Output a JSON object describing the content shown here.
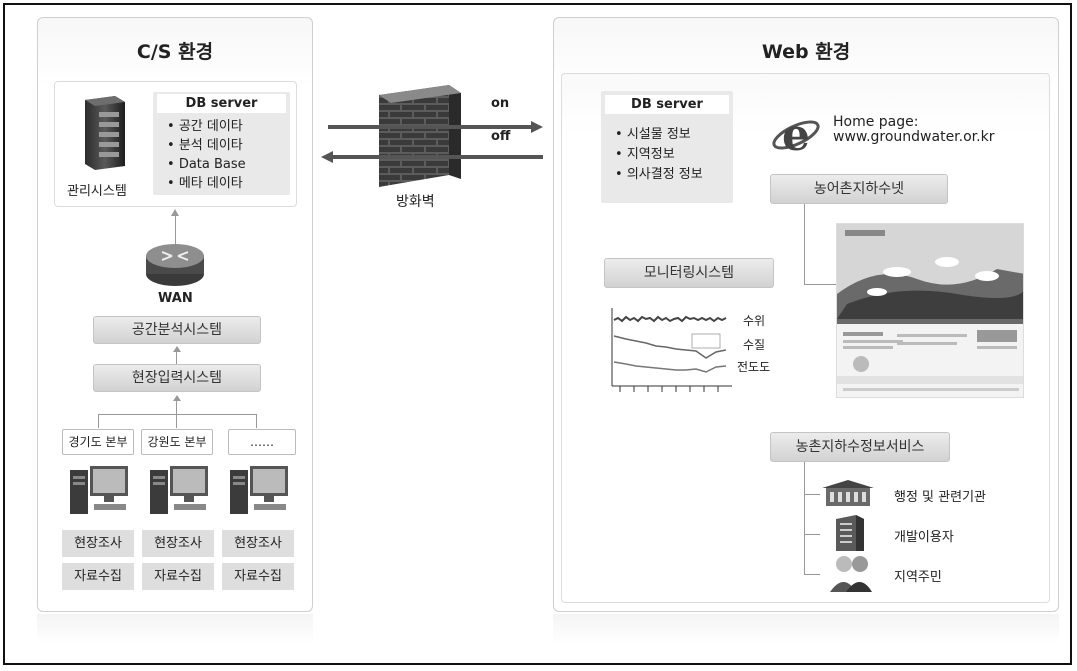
{
  "left_panel": {
    "title": "C/S 환경",
    "db_server": {
      "title": "DB server",
      "items": [
        "공간 데이타",
        "분석 데이타",
        "Data Base",
        "메타 데이타"
      ],
      "caption": "관리시스템"
    },
    "wan_label": "WAN",
    "bars": [
      "공간분석시스템",
      "현장입력시스템"
    ],
    "branches": [
      "경기도 본부",
      "강원도 본부",
      "……"
    ],
    "rows": [
      [
        "현장조사",
        "현장조사",
        "현장조사"
      ],
      [
        "자료수집",
        "자료수집",
        "자료수집"
      ]
    ]
  },
  "firewall": {
    "label": "방화벽",
    "on": "on",
    "off": "off"
  },
  "right_panel": {
    "title": "Web 환경",
    "db_server": {
      "title": "DB server",
      "items": [
        "시설물 정보",
        "지역정보",
        "의사결정 정보"
      ]
    },
    "homepage": {
      "label": "Home page:",
      "url": "www.groundwater.or.kr"
    },
    "net_button": "농어촌지하수넷",
    "monitoring_button": "모니터링시스템",
    "graph_labels": [
      "수위",
      "수질",
      "전도도"
    ],
    "service_button": "농촌지하수정보서비스",
    "users": [
      "행정 및 관련기관",
      "개발이용자",
      "지역주민"
    ]
  }
}
